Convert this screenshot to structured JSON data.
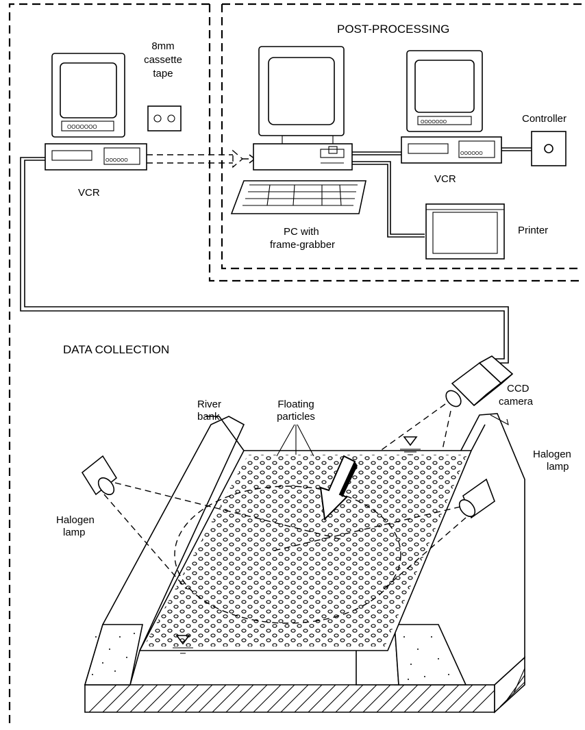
{
  "sections": {
    "post_processing": "POST-PROCESSING",
    "data_collection": "DATA COLLECTION"
  },
  "labels": {
    "cassette_line1": "8mm",
    "cassette_line2": "cassette",
    "cassette_line3": "tape",
    "vcr_left": "VCR",
    "vcr_right": "VCR",
    "controller": "Controller",
    "pc_line1": "PC with",
    "pc_line2": "frame-grabber",
    "printer": "Printer",
    "ccd_line1": "CCD",
    "ccd_line2": "camera",
    "river_line1": "River",
    "river_line2": "bank",
    "floating_line1": "Floating",
    "floating_line2": "particles",
    "halogen_left_line1": "Halogen",
    "halogen_left_line2": "lamp",
    "halogen_right_line1": "Halogen",
    "halogen_right_line2": "lamp"
  },
  "icons": [
    "monitor-icon",
    "vcr-icon",
    "cassette-icon",
    "pc-icon",
    "keyboard-icon",
    "printer-icon",
    "controller-icon",
    "ccd-camera-icon",
    "halogen-lamp-icon",
    "flow-arrow-icon",
    "water-level-icon"
  ]
}
